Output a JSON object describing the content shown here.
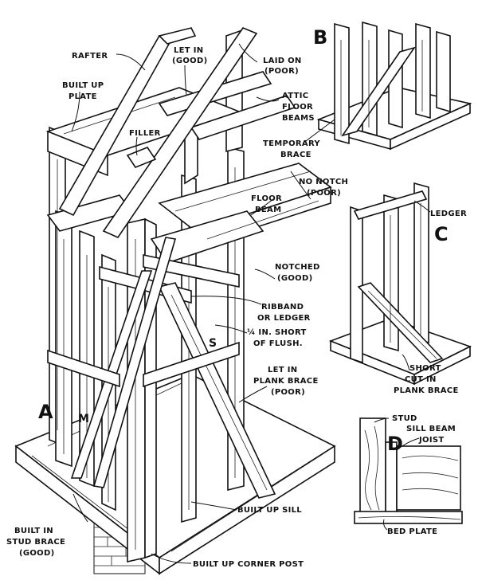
{
  "figure": {
    "panels": {
      "a": "A",
      "b": "B",
      "c": "C",
      "d": "D"
    },
    "labels": {
      "rafter": "RAFTER",
      "let_in_good_1": "LET IN",
      "let_in_good_2": "(GOOD)",
      "laid_on_1": "LAID ON",
      "laid_on_2": "(POOR)",
      "built_up_plate_1": "BUILT UP",
      "built_up_plate_2": "PLATE",
      "attic_1": "ATTIC",
      "attic_2": "FLOOR",
      "attic_3": "BEAMS",
      "filler": "FILLER",
      "temp_brace_1": "TEMPORARY",
      "temp_brace_2": "BRACE",
      "no_notch_1": "NO NOTCH",
      "no_notch_2": "(POOR)",
      "floor_beam_1": "FLOOR",
      "floor_beam_2": "BEAM",
      "ledger": "LEDGER",
      "notched_1": "NOTCHED",
      "notched_2": "(GOOD)",
      "ribband_1": "RIBBAND",
      "ribband_2": "OR LEDGER",
      "short_flush_1": "¼ IN. SHORT",
      "short_flush_2": "OF FLUSH.",
      "s_mark": "S",
      "m_mark": "M",
      "let_in_plank_1": "LET IN",
      "let_in_plank_2": "PLANK BRACE",
      "let_in_plank_3": "(POOR)",
      "short_cut_1": "SHORT",
      "short_cut_2": "CUT IN",
      "short_cut_3": "PLANK BRACE",
      "stud": "STUD",
      "sill_beam": "SILL BEAM",
      "joist": "JOIST",
      "built_up_sill": "BUILT UP SILL",
      "bed_plate": "BED PLATE",
      "built_in_1": "BUILT IN",
      "built_in_2": "STUD BRACE",
      "built_in_3": "(GOOD)",
      "corner_post": "BUILT UP CORNER POST"
    }
  }
}
